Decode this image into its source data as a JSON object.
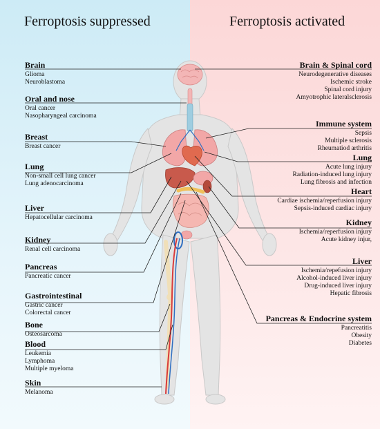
{
  "header": {
    "left": "Ferroptosis suppressed",
    "right": "Ferroptosis activated"
  },
  "colors": {
    "left_panel": "#cdebf6",
    "right_panel": "#fcd7d7",
    "body_fill": "#e4e4e4",
    "organ_pink": "#f2a7a7",
    "artery_red": "#d93b3b",
    "vein_blue": "#2f6fc1"
  },
  "suppressed": [
    {
      "title": "Brain",
      "items": [
        "Glioma",
        "Neuroblastoma"
      ]
    },
    {
      "title": "Oral and nose",
      "items": [
        "Oral cancer",
        "Nasopharyngeal carcinoma"
      ]
    },
    {
      "title": "Breast",
      "items": [
        "Breast cancer"
      ]
    },
    {
      "title": "Lung",
      "items": [
        "Non-small cell lung cancer",
        "Lung adenocarcinoma"
      ]
    },
    {
      "title": "Liver",
      "items": [
        "Hepatocellular carcinoma"
      ]
    },
    {
      "title": "Kidney",
      "items": [
        "Renal cell carcinoma"
      ]
    },
    {
      "title": "Pancreas",
      "items": [
        "Pancreatic cancer"
      ]
    },
    {
      "title": "Gastrointestinal",
      "items": [
        "Gastric cancer",
        "Colorectal cancer"
      ]
    },
    {
      "title": "Bone",
      "items": [
        "Osteosarcoma"
      ]
    },
    {
      "title": "Blood",
      "items": [
        "Leukemia",
        "Lymphoma",
        "Multiple myeloma"
      ]
    },
    {
      "title": "Skin",
      "items": [
        "Melanoma"
      ]
    }
  ],
  "activated": [
    {
      "title": "Brain & Spinal cord",
      "items": [
        "Neurodegenerative diseases",
        "Ischemic stroke",
        "Spinal cord injury",
        "Amyotrophic lateralsclerosis"
      ]
    },
    {
      "title": "Immune system",
      "items": [
        "Sepsis",
        "Multiple sclerosis",
        "Rheumatiod arthritis"
      ]
    },
    {
      "title": "Lung",
      "items": [
        "Acute lung injury",
        "Radiation-induced lung injury",
        "Lung fibrosis and infection"
      ]
    },
    {
      "title": "Heart",
      "items": [
        "Cardiae ischemia/reperfusion injury",
        "Sepsis-induced cardiac injury"
      ]
    },
    {
      "title": "Kidney",
      "items": [
        "Ischemia/reperfusion injury",
        "Acute kidney injur,"
      ]
    },
    {
      "title": "Liver",
      "items": [
        "Ischemia/repefusion injury",
        "Alcohol-induced liver injury",
        "Drug-induced liver injury",
        "Hepatic fibrosis"
      ]
    },
    {
      "title": "Pancreas & Endocrine system",
      "items": [
        "Pancreatitis",
        "Obesity",
        "Diabetes"
      ]
    }
  ]
}
